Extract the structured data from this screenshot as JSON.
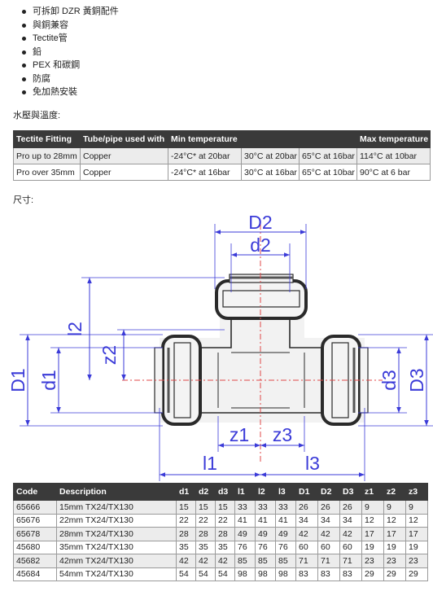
{
  "features": [
    "可拆卸 DZR 黃銅配件",
    "與銅兼容",
    "Tectite管",
    "鉛",
    "PEX 和碳鋼",
    "防腐",
    "免加熱安裝"
  ],
  "pressure_heading": "水壓與溫度:",
  "pressure_table": {
    "headers": [
      "Tectite Fitting",
      "Tube/pipe used with",
      "Min temperature",
      "",
      "",
      "Max temperature"
    ],
    "rows": [
      [
        "Pro up to 28mm",
        "Copper",
        "-24°C* at 20bar",
        "30°C at 20bar",
        "65°C at 16bar",
        "114°C at 10bar"
      ],
      [
        "Pro over 35mm",
        "Copper",
        "-24°C* at 16bar",
        "30°C at 16bar",
        "65°C at 10bar",
        "90°C at 6 bar"
      ]
    ]
  },
  "dims_heading": "尺寸:",
  "diagram_labels": {
    "D2": "D2",
    "d2": "d2",
    "l2": "l2",
    "z2": "z2",
    "D1": "D1",
    "d1": "d1",
    "d3": "d3",
    "D3": "D3",
    "z1": "z1",
    "z3": "z3",
    "l1": "l1",
    "l3": "l3"
  },
  "colors": {
    "dimension": "#3b3bd8",
    "center_line": "#e04848",
    "header_bg": "#3a3a3a"
  },
  "dims_table": {
    "headers": [
      "Code",
      "Description",
      "d1",
      "d2",
      "d3",
      "l1",
      "l2",
      "l3",
      "D1",
      "D2",
      "D3",
      "z1",
      "z2",
      "z3"
    ],
    "rows": [
      [
        "65666",
        "15mm TX24/TX130",
        "15",
        "15",
        "15",
        "33",
        "33",
        "33",
        "26",
        "26",
        "26",
        "9",
        "9",
        "9"
      ],
      [
        "65676",
        "22mm TX24/TX130",
        "22",
        "22",
        "22",
        "41",
        "41",
        "41",
        "34",
        "34",
        "34",
        "12",
        "12",
        "12"
      ],
      [
        "65678",
        "28mm TX24/TX130",
        "28",
        "28",
        "28",
        "49",
        "49",
        "49",
        "42",
        "42",
        "42",
        "17",
        "17",
        "17"
      ],
      [
        "45680",
        "35mm TX24/TX130",
        "35",
        "35",
        "35",
        "76",
        "76",
        "76",
        "60",
        "60",
        "60",
        "19",
        "19",
        "19"
      ],
      [
        "45682",
        "42mm TX24/TX130",
        "42",
        "42",
        "42",
        "85",
        "85",
        "85",
        "71",
        "71",
        "71",
        "23",
        "23",
        "23"
      ],
      [
        "45684",
        "54mm TX24/TX130",
        "54",
        "54",
        "54",
        "98",
        "98",
        "98",
        "83",
        "83",
        "83",
        "29",
        "29",
        "29"
      ]
    ]
  }
}
